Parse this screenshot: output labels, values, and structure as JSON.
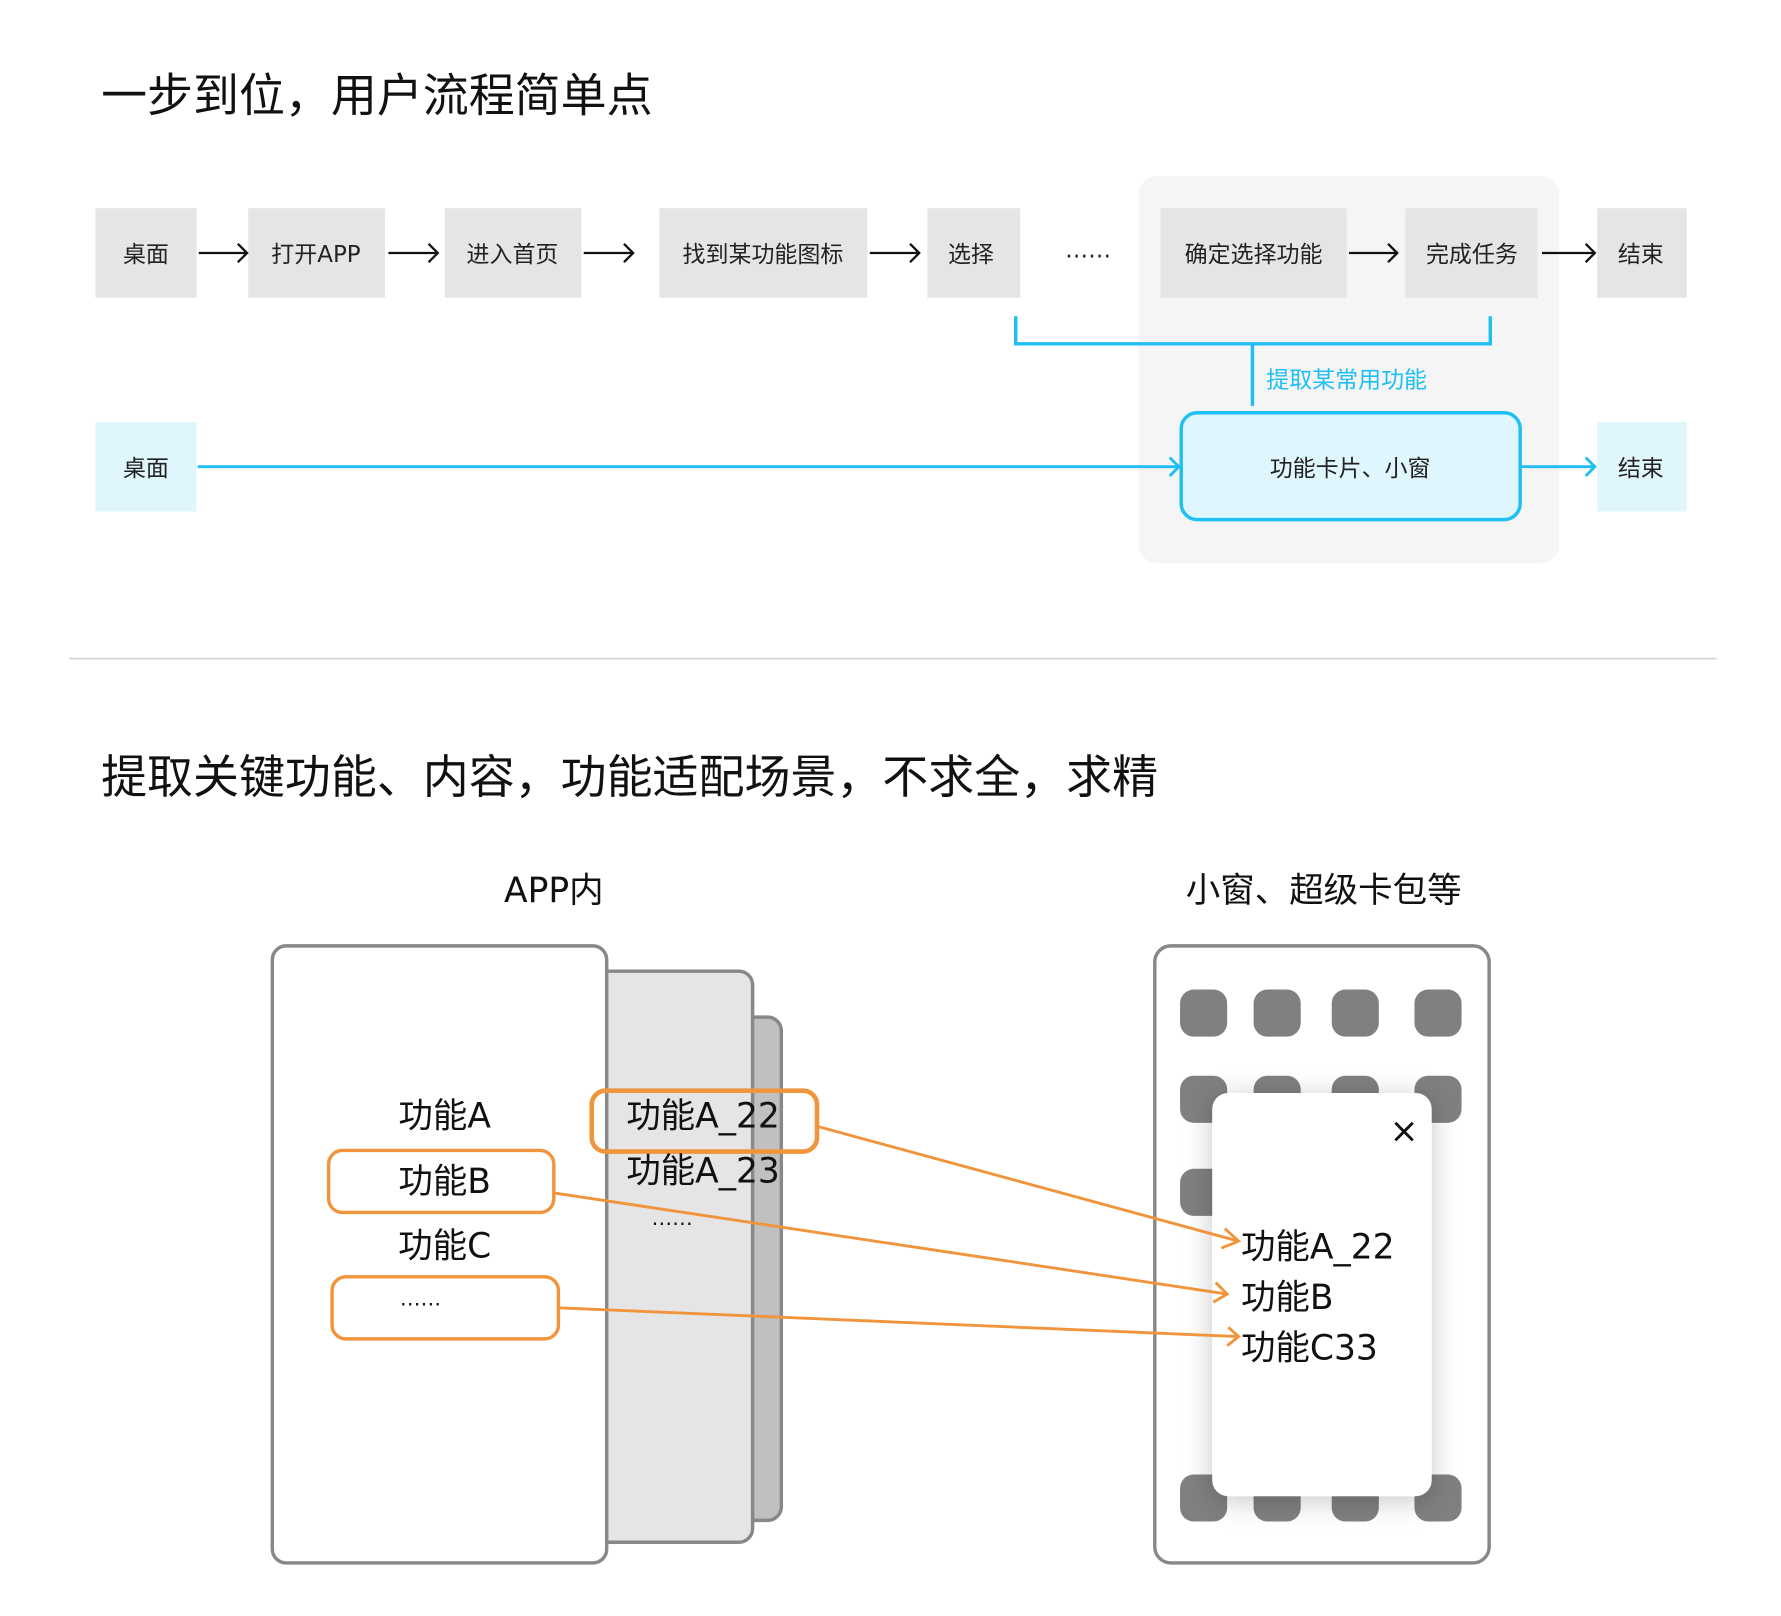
{
  "section1": {
    "title": "一步到位，用户流程简单点",
    "flow_steps": [
      "桌面",
      "打开APP",
      "进入首页",
      "找到某功能图标",
      "选择",
      "……",
      "确定选择功能",
      "完成任务",
      "结束"
    ],
    "extract_label": "提取某常用功能",
    "quick_flow": {
      "start": "桌面",
      "card": "功能卡片、小窗",
      "end": "结束"
    }
  },
  "section2": {
    "title": "提取关键功能、内容，功能适配场景，不求全，求精",
    "left_label": "APP内",
    "right_label": "小窗、超级卡包等",
    "app_items": [
      "功能A",
      "功能B",
      "功能C",
      "……"
    ],
    "sub_items": [
      "功能A_22",
      "功能A_23",
      "……"
    ],
    "popup_items": [
      "功能A_22",
      "功能B",
      "功能C33"
    ],
    "close_symbol": "×"
  },
  "colors": {
    "accent": "#1ebff2",
    "highlight": "#f0953c",
    "box": "#e5e5e5",
    "light_accent": "#e0f6fd"
  }
}
